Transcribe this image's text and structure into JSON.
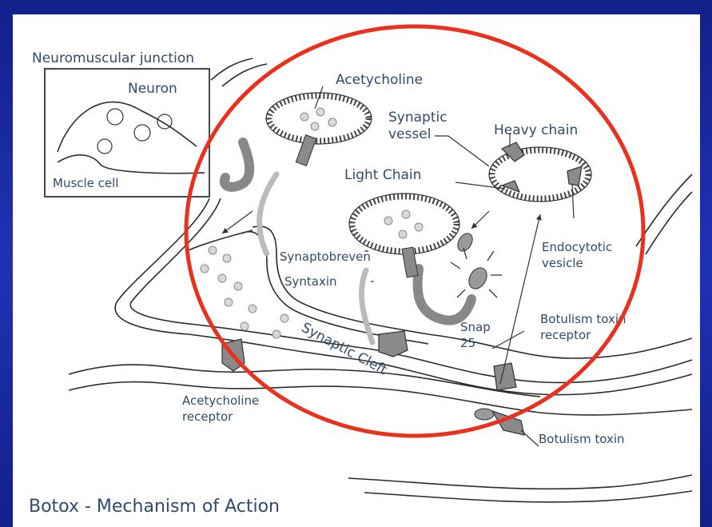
{
  "slide": {
    "caption": "Botox - Mechanism of Action",
    "highlight_color": "#e8321f",
    "background_color": "#1b2a9c"
  },
  "labels": {
    "neuromuscular_junction": "Neuromuscular junction",
    "neuron": "Neuron",
    "muscle_cell": "Muscle cell",
    "acetycholine": "Acetycholine",
    "synaptic_vessel_1": "Synaptic",
    "synaptic_vessel_2": "vessel",
    "heavy_chain": "Heavy chain",
    "light_chain": "Light Chain",
    "endocytotic_1": "Endocytotic",
    "endocytotic_2": "vesicle",
    "synaptobreven": "Synaptobreven",
    "syntaxin": "Syntaxin",
    "snap_1": "Snap",
    "snap_2": "25",
    "synaptic_cleft": "Synaptic Cleft",
    "botulism_receptor_1": "Botulism toxin",
    "botulism_receptor_2": "receptor",
    "acetycholine_receptor_1": "Acetycholine",
    "acetycholine_receptor_2": "receptor",
    "botulism_toxin": "Botulism toxin"
  }
}
